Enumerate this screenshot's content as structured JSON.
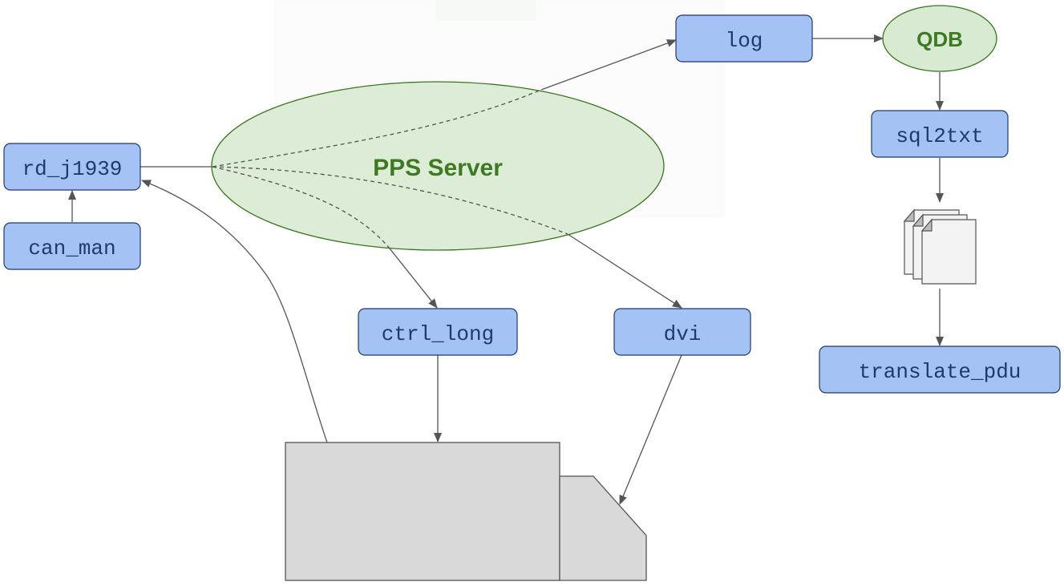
{
  "nodes": {
    "log": "log",
    "qdb": "QDB",
    "sql2txt": "sql2txt",
    "rd_j1939": "rd_j1939",
    "can_man": "can_man",
    "pps_server": "PPS Server",
    "ctrl_long": "ctrl_long",
    "dvi": "dvi",
    "translate_pdu": "translate_pdu"
  },
  "colors": {
    "box_fill": "#a4c2f4",
    "box_stroke": "#1f3a6b",
    "ellipse_fill": "#d9ead3",
    "ellipse_stroke": "#38761d",
    "ellipse_text": "#3d7a22",
    "arrow": "#555555",
    "vehicle_fill": "#d9d9d9",
    "doc_fill": "#f3f3f3"
  },
  "icons": {
    "documents": "document-stack-icon",
    "vehicle": "truck-shape"
  }
}
